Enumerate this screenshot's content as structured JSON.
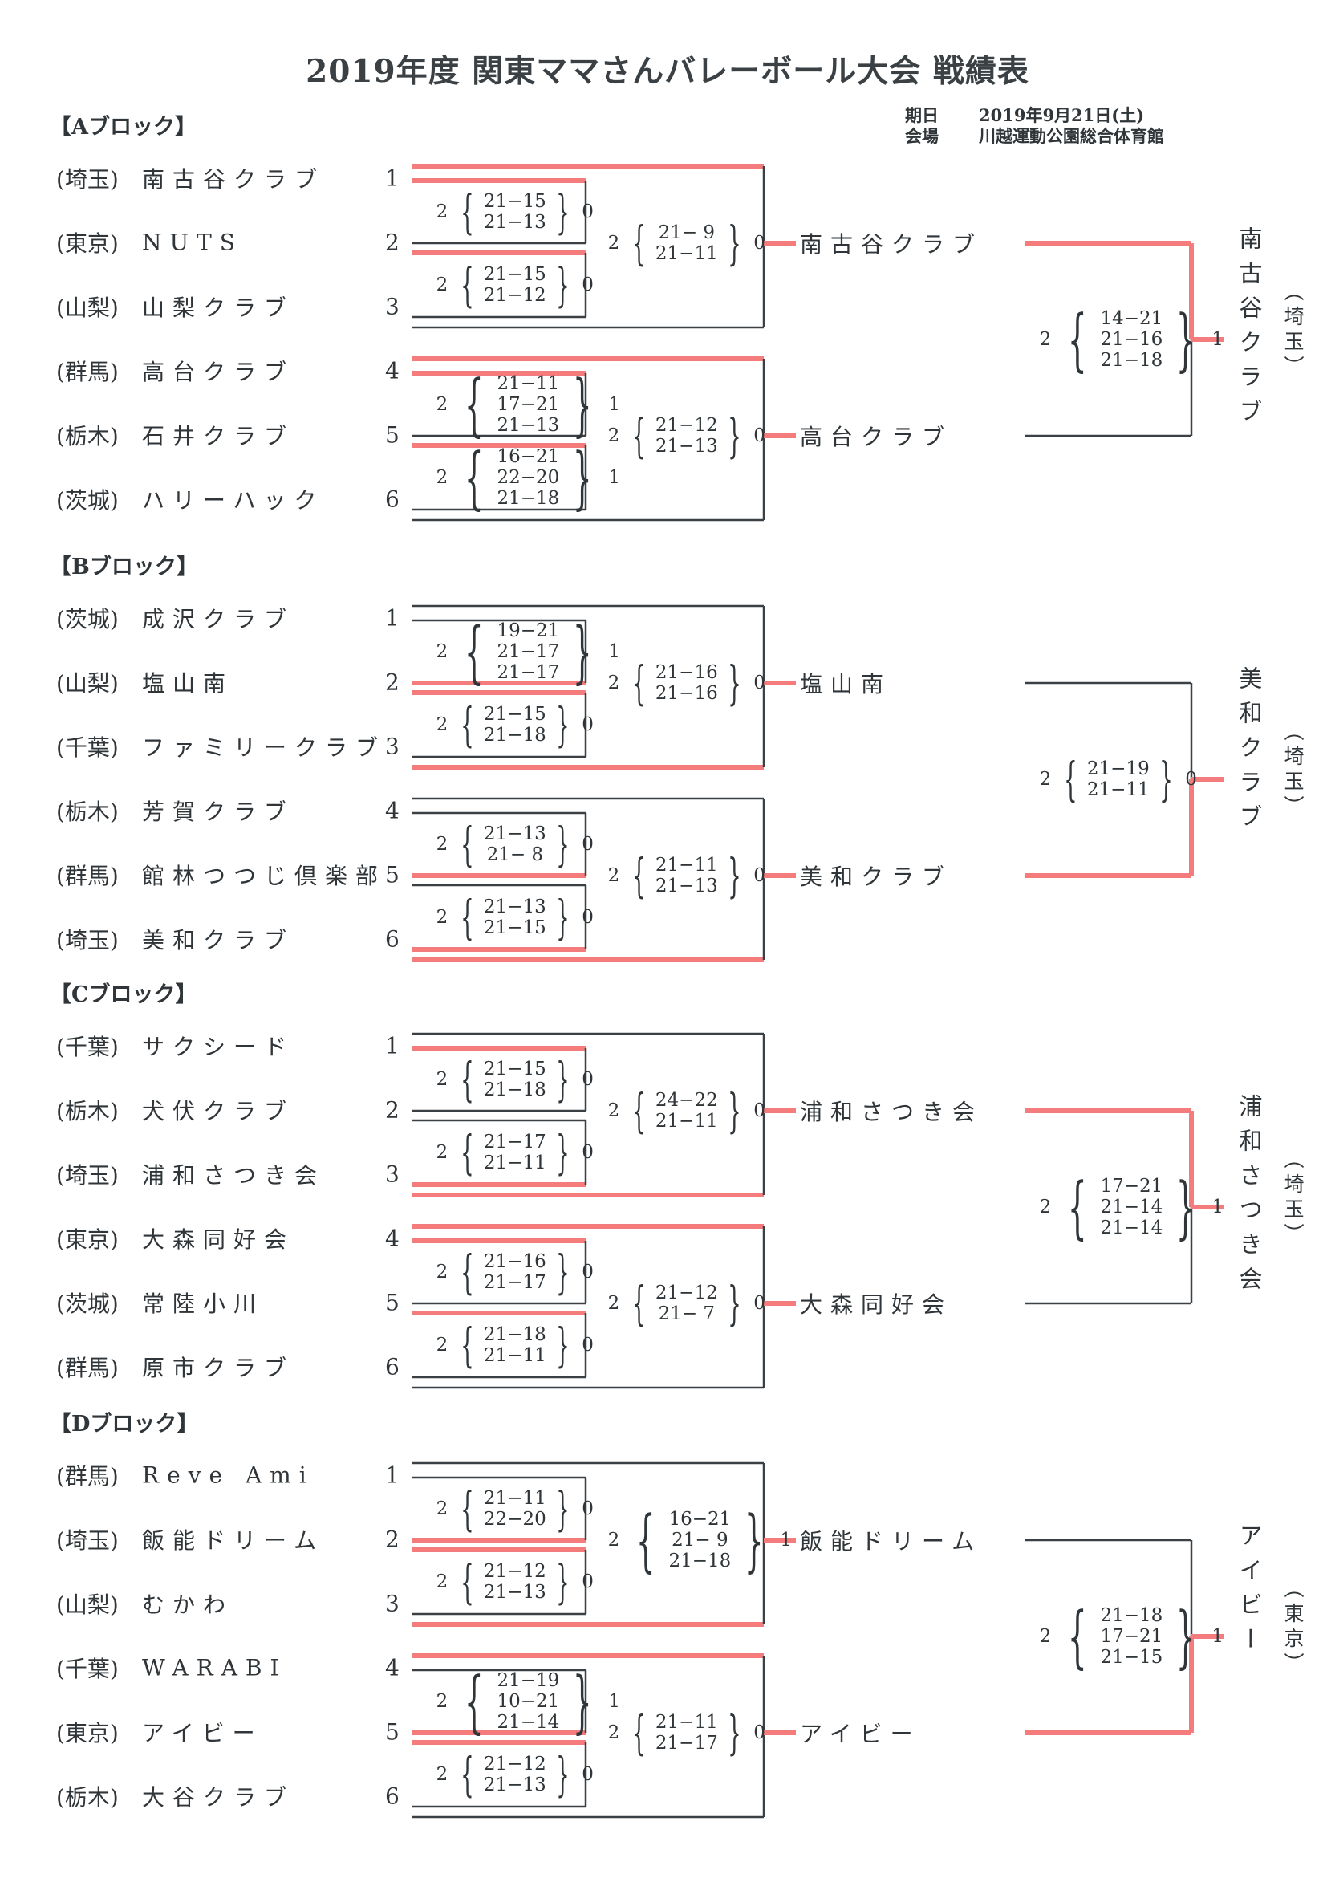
{
  "title": "2019年度  関東ママさんバレーボール大会  戦績表",
  "meta": {
    "date_label": "期日",
    "date": "2019年9月21日(土)",
    "venue_label": "会場",
    "venue": "川越運動公園総合体育館"
  },
  "colors": {
    "line": "#3a4043",
    "winner_line": "#f47c7c",
    "text": "#2f3538"
  },
  "blocks": [
    {
      "label": "【Aブロック】",
      "teams": [
        {
          "pref": "(埼玉)",
          "name": "南古谷クラブ",
          "no": "1"
        },
        {
          "pref": "(東京)",
          "name": "NUTS",
          "no": "2"
        },
        {
          "pref": "(山梨)",
          "name": "山梨クラブ",
          "no": "3"
        },
        {
          "pref": "(群馬)",
          "name": "高台クラブ",
          "no": "4"
        },
        {
          "pref": "(栃木)",
          "name": "石井クラブ",
          "no": "5"
        },
        {
          "pref": "(茨城)",
          "name": "ハリーハック",
          "no": "6"
        }
      ],
      "halves": [
        {
          "small": [
            {
              "won": "2",
              "sets": [
                "21−15",
                "21−13"
              ],
              "lost": "0",
              "winner": "top"
            },
            {
              "won": "2",
              "sets": [
                "21−15",
                "21−12"
              ],
              "lost": "0",
              "winner": "top"
            }
          ],
          "big": {
            "won": "2",
            "sets": [
              "21− 9",
              "21−11"
            ],
            "lost": "0",
            "winner": "top"
          },
          "advancer": "南古谷クラブ"
        },
        {
          "small": [
            {
              "won": "2",
              "sets": [
                "21−11",
                "17−21",
                "21−13"
              ],
              "lost": "1",
              "winner": "top"
            },
            {
              "won": "2",
              "sets": [
                "16−21",
                "22−20",
                "21−18"
              ],
              "lost": "1",
              "winner": "top"
            }
          ],
          "big": {
            "won": "2",
            "sets": [
              "21−12",
              "21−13"
            ],
            "lost": "0",
            "winner": "top"
          },
          "advancer": "高台クラブ"
        }
      ],
      "final": {
        "won": "2",
        "sets": [
          "14−21",
          "21−16",
          "21−18"
        ],
        "lost": "1",
        "winner": "top"
      },
      "champion": {
        "name": "南古谷クラブ",
        "pref": "（埼玉）"
      }
    },
    {
      "label": "【Bブロック】",
      "teams": [
        {
          "pref": "(茨城)",
          "name": "成沢クラブ",
          "no": "1"
        },
        {
          "pref": "(山梨)",
          "name": "塩山南",
          "no": "2"
        },
        {
          "pref": "(千葉)",
          "name": "ファミリークラブ",
          "no": "3"
        },
        {
          "pref": "(栃木)",
          "name": "芳賀クラブ",
          "no": "4"
        },
        {
          "pref": "(群馬)",
          "name": "館林つつじ倶楽部",
          "no": "5"
        },
        {
          "pref": "(埼玉)",
          "name": "美和クラブ",
          "no": "6"
        }
      ],
      "halves": [
        {
          "small": [
            {
              "won": "2",
              "sets": [
                "19−21",
                "21−17",
                "21−17"
              ],
              "lost": "1",
              "winner": "bottom"
            },
            {
              "won": "2",
              "sets": [
                "21−15",
                "21−18"
              ],
              "lost": "0",
              "winner": "top"
            }
          ],
          "big": {
            "won": "2",
            "sets": [
              "21−16",
              "21−16"
            ],
            "lost": "0",
            "winner": "bottom"
          },
          "advancer": "塩山南"
        },
        {
          "small": [
            {
              "won": "2",
              "sets": [
                "21−13",
                "21− 8"
              ],
              "lost": "0",
              "winner": "bottom"
            },
            {
              "won": "2",
              "sets": [
                "21−13",
                "21−15"
              ],
              "lost": "0",
              "winner": "bottom"
            }
          ],
          "big": {
            "won": "2",
            "sets": [
              "21−11",
              "21−13"
            ],
            "lost": "0",
            "winner": "bottom"
          },
          "advancer": "美和クラブ"
        }
      ],
      "final": {
        "won": "2",
        "sets": [
          "21−19",
          "21−11"
        ],
        "lost": "0",
        "winner": "bottom"
      },
      "champion": {
        "name": "美和クラブ",
        "pref": "（埼玉）"
      }
    },
    {
      "label": "【Cブロック】",
      "teams": [
        {
          "pref": "(千葉)",
          "name": "サクシード",
          "no": "1"
        },
        {
          "pref": "(栃木)",
          "name": "犬伏クラブ",
          "no": "2"
        },
        {
          "pref": "(埼玉)",
          "name": "浦和さつき会",
          "no": "3"
        },
        {
          "pref": "(東京)",
          "name": "大森同好会",
          "no": "4"
        },
        {
          "pref": "(茨城)",
          "name": "常陸小川",
          "no": "5"
        },
        {
          "pref": "(群馬)",
          "name": "原市クラブ",
          "no": "6"
        }
      ],
      "halves": [
        {
          "small": [
            {
              "won": "2",
              "sets": [
                "21−15",
                "21−18"
              ],
              "lost": "0",
              "winner": "top"
            },
            {
              "won": "2",
              "sets": [
                "21−17",
                "21−11"
              ],
              "lost": "0",
              "winner": "bottom"
            }
          ],
          "big": {
            "won": "2",
            "sets": [
              "24−22",
              "21−11"
            ],
            "lost": "0",
            "winner": "bottom"
          },
          "advancer": "浦和さつき会"
        },
        {
          "small": [
            {
              "won": "2",
              "sets": [
                "21−16",
                "21−17"
              ],
              "lost": "0",
              "winner": "top"
            },
            {
              "won": "2",
              "sets": [
                "21−18",
                "21−11"
              ],
              "lost": "0",
              "winner": "top"
            }
          ],
          "big": {
            "won": "2",
            "sets": [
              "21−12",
              "21− 7"
            ],
            "lost": "0",
            "winner": "top"
          },
          "advancer": "大森同好会"
        }
      ],
      "final": {
        "won": "2",
        "sets": [
          "17−21",
          "21−14",
          "21−14"
        ],
        "lost": "1",
        "winner": "top"
      },
      "champion": {
        "name": "浦和さつき会",
        "pref": "（埼玉）"
      }
    },
    {
      "label": "【Dブロック】",
      "teams": [
        {
          "pref": "(群馬)",
          "name": "Reve Ami",
          "no": "1"
        },
        {
          "pref": "(埼玉)",
          "name": "飯能ドリーム",
          "no": "2"
        },
        {
          "pref": "(山梨)",
          "name": "むかわ",
          "no": "3"
        },
        {
          "pref": "(千葉)",
          "name": "WARABI",
          "no": "4"
        },
        {
          "pref": "(東京)",
          "name": "アイビー",
          "no": "5"
        },
        {
          "pref": "(栃木)",
          "name": "大谷クラブ",
          "no": "6"
        }
      ],
      "halves": [
        {
          "small": [
            {
              "won": "2",
              "sets": [
                "21−11",
                "22−20"
              ],
              "lost": "0",
              "winner": "bottom"
            },
            {
              "won": "2",
              "sets": [
                "21−12",
                "21−13"
              ],
              "lost": "0",
              "winner": "top"
            }
          ],
          "big": {
            "won": "2",
            "sets": [
              "16−21",
              "21− 9",
              "21−18"
            ],
            "lost": "1",
            "winner": "bottom"
          },
          "advancer": "飯能ドリーム"
        },
        {
          "small": [
            {
              "won": "2",
              "sets": [
                "21−19",
                "10−21",
                "21−14"
              ],
              "lost": "1",
              "winner": "bottom"
            },
            {
              "won": "2",
              "sets": [
                "21−12",
                "21−13"
              ],
              "lost": "0",
              "winner": "top"
            }
          ],
          "big": {
            "won": "2",
            "sets": [
              "21−11",
              "21−17"
            ],
            "lost": "0",
            "winner": "top"
          },
          "advancer": "アイビー"
        }
      ],
      "final": {
        "won": "2",
        "sets": [
          "21−18",
          "17−21",
          "21−15"
        ],
        "lost": "1",
        "winner": "bottom"
      },
      "champion": {
        "name": "アイビー",
        "pref": "（東京）"
      }
    }
  ]
}
